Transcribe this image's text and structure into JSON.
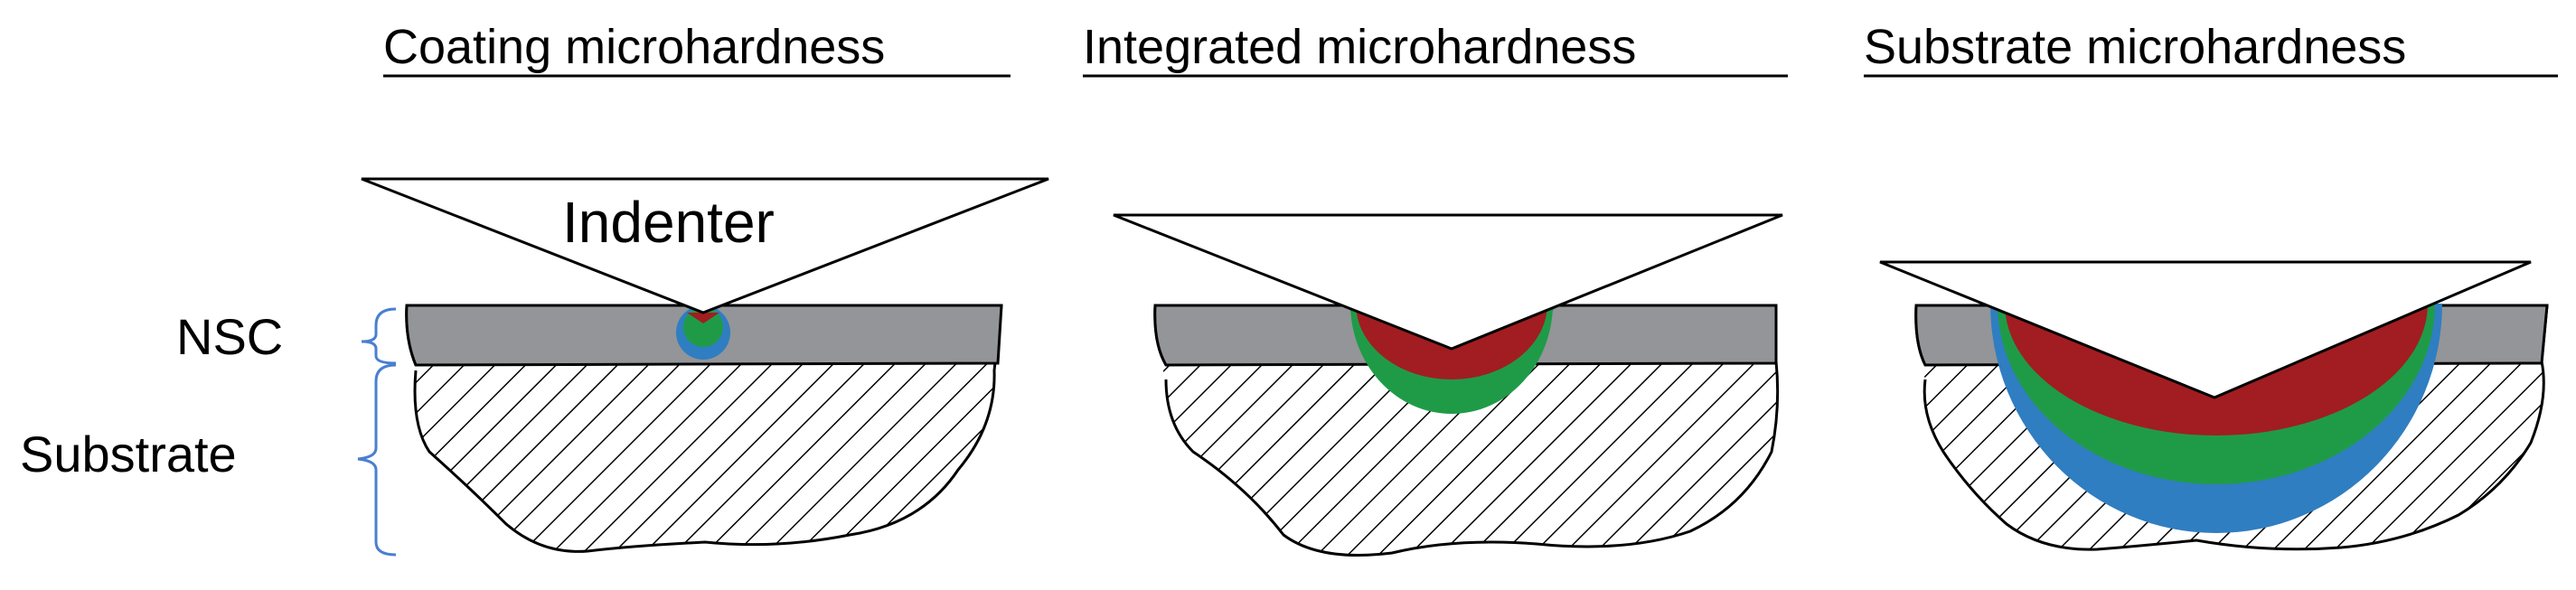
{
  "panels": [
    {
      "title": "Coating microhardness"
    },
    {
      "title": "Integrated microhardness"
    },
    {
      "title": "Substrate microhardness"
    }
  ],
  "labels": {
    "indenter": "Indenter",
    "coating": "NSC",
    "substrate": "Substrate"
  },
  "colors": {
    "coating": "#939598",
    "zone_inner": "#a11d21",
    "zone_middle": "#1f9b48",
    "zone_outer": "#2f7ec1",
    "bracket": "#4a7fd0",
    "hatch": "#000000"
  }
}
